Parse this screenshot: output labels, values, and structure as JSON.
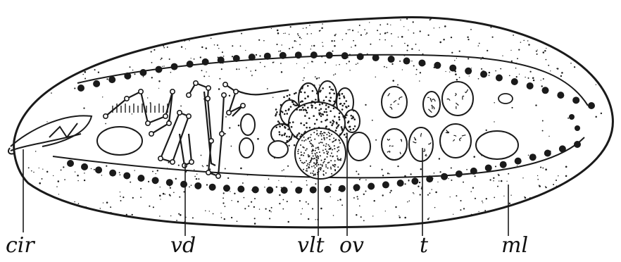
{
  "figure": {
    "labels": {
      "cir": "cir",
      "vd": "vd",
      "vlt": "vlt",
      "ov": "ov",
      "t": "t",
      "ml": "ml"
    },
    "colors": {
      "ink": "#1a1a1a",
      "paper": "#ffffff"
    }
  }
}
